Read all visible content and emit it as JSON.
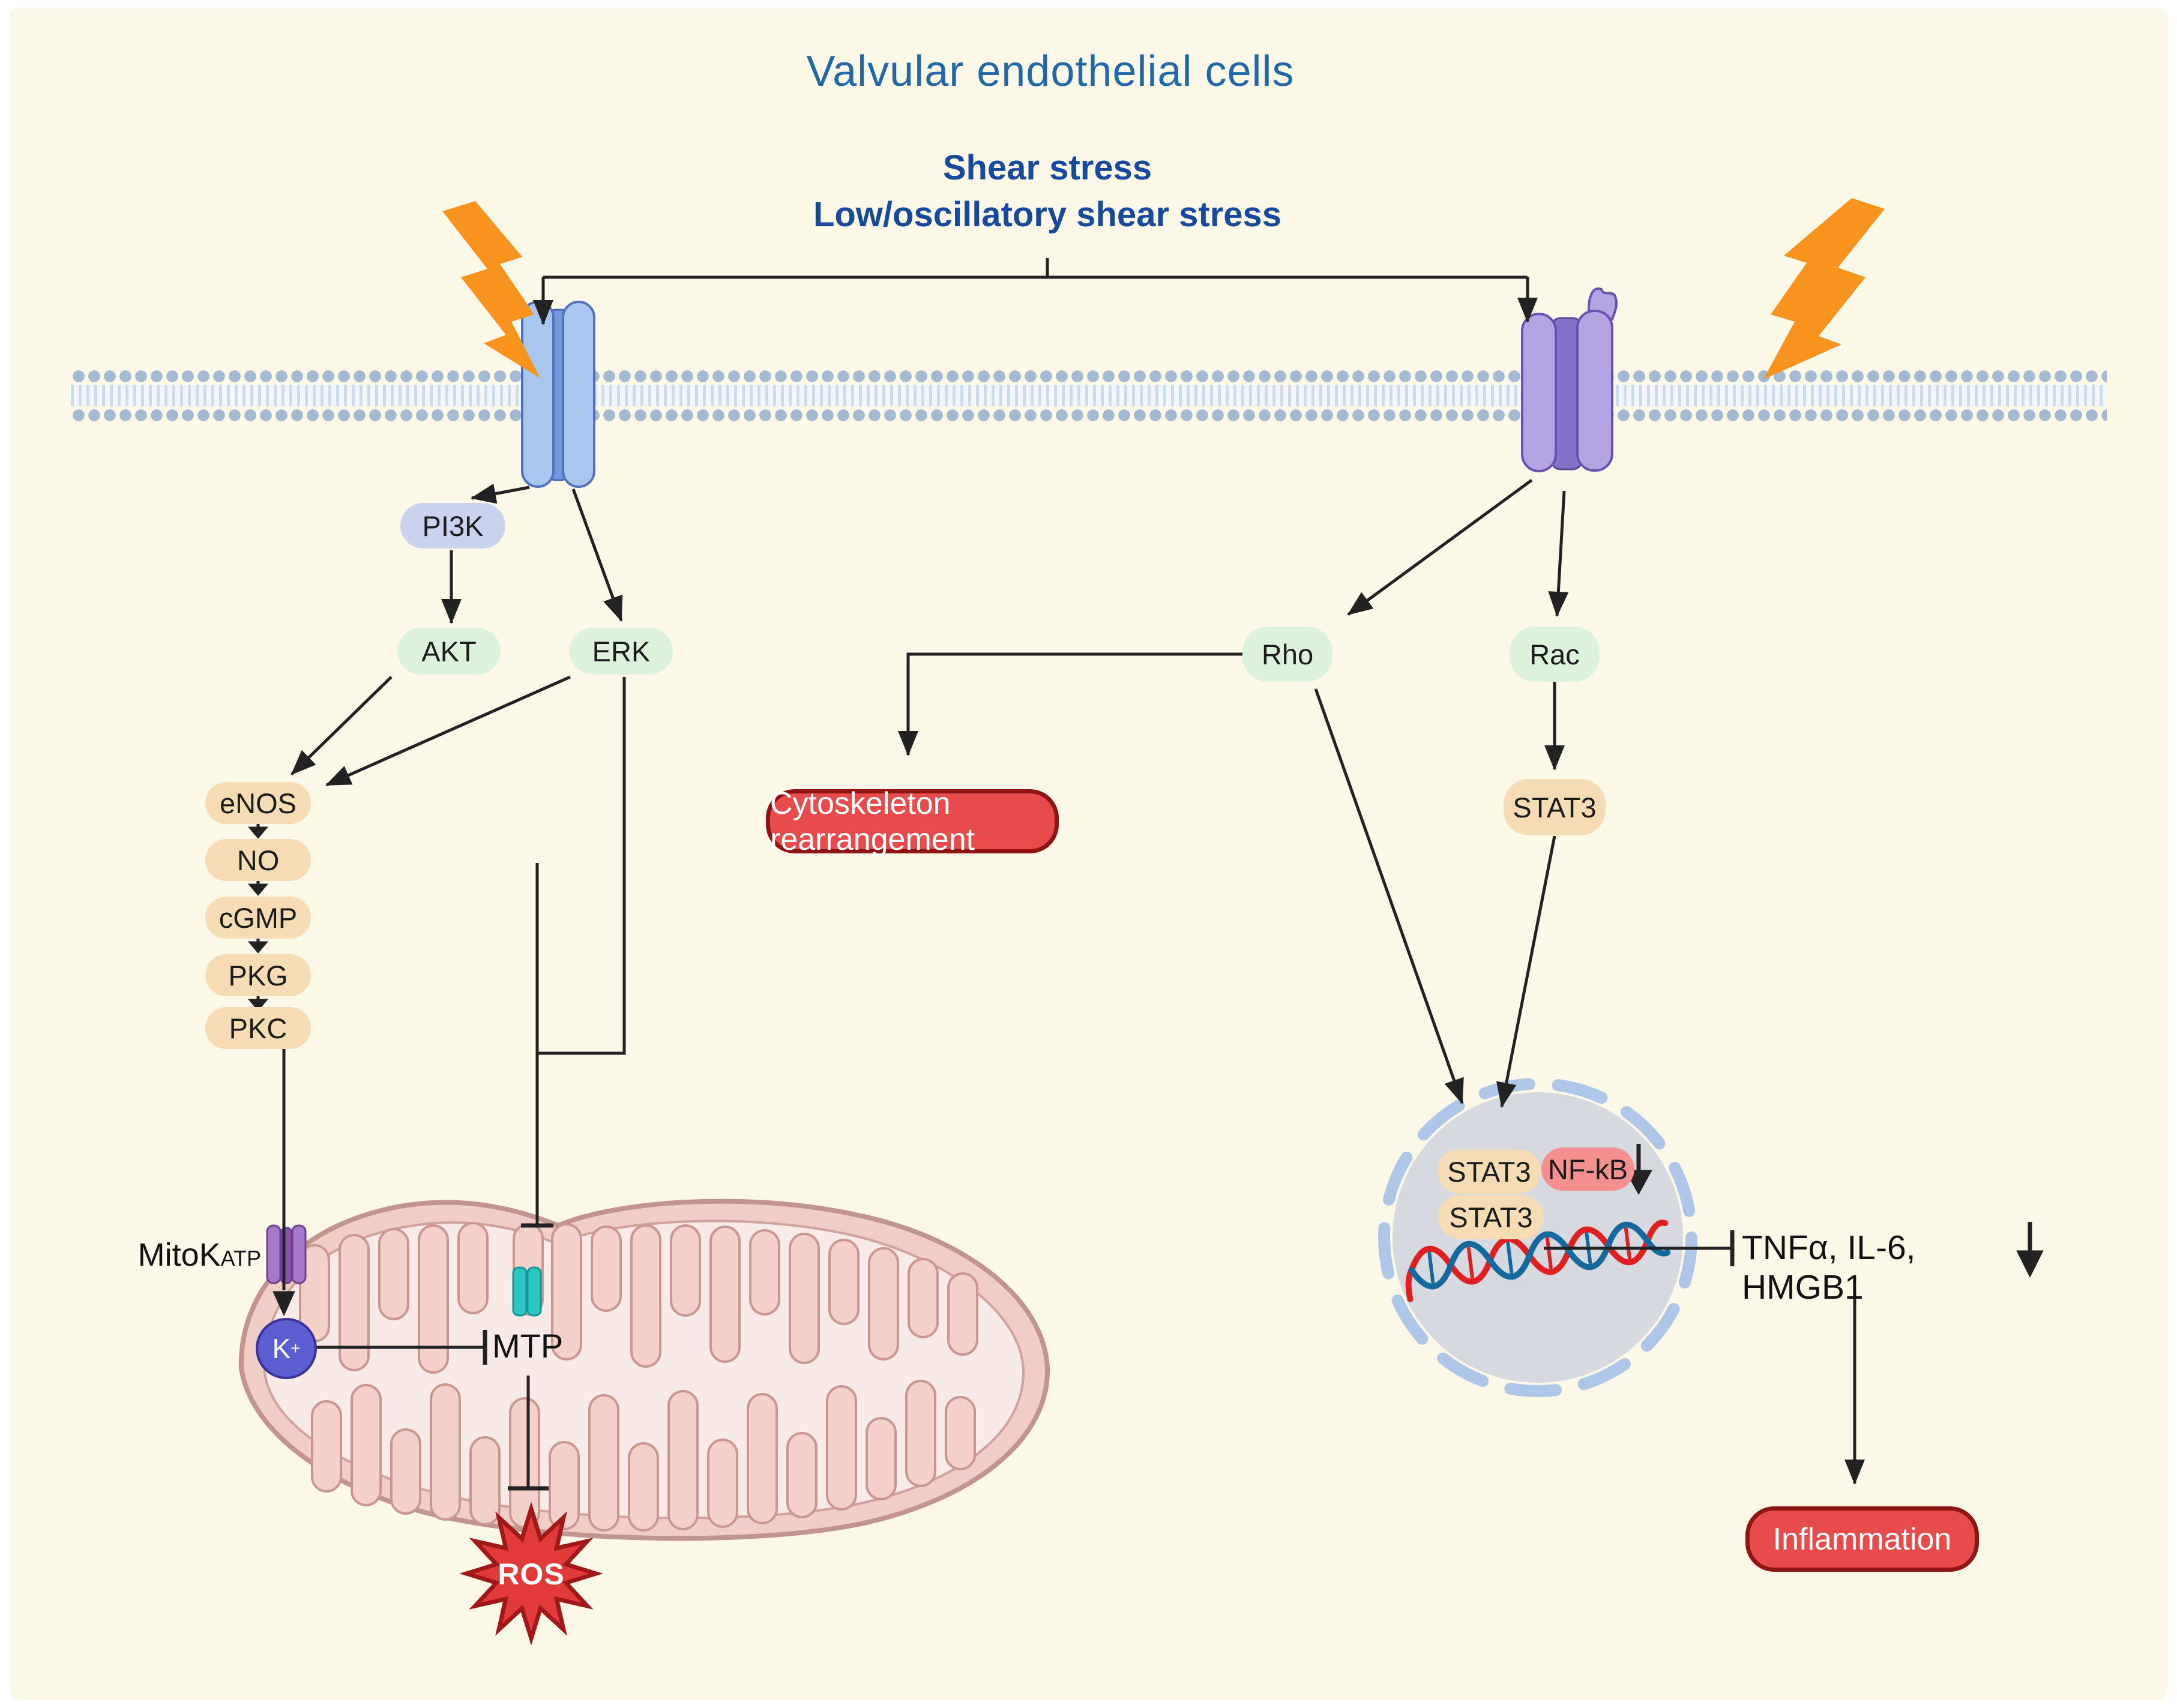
{
  "title": "Valvular endothelial cells",
  "stimulus": {
    "line1": "Shear stress",
    "line2": "Low/oscillatory shear stress"
  },
  "pathway_left": {
    "pi3k": "PI3K",
    "akt": "AKT",
    "erk": "ERK",
    "enos": "eNOS",
    "no": "NO",
    "cgmp": "cGMP",
    "pkg": "PKG",
    "pkc": "PKC",
    "mitokatp_main": "MitoK",
    "mitokatp_sub": "ATP",
    "k_base": "K",
    "k_sup": "+",
    "mtp": "MTP",
    "ros": "ROS"
  },
  "pathway_right": {
    "rho": "Rho",
    "rac": "Rac",
    "stat3": "STAT3",
    "nucleus_stat3_upper": "STAT3",
    "nucleus_stat3_lower": "STAT3",
    "nfkb": "NF-kB",
    "cytokines": "TNFα, IL-6, HMGB1"
  },
  "outcomes": {
    "cytoskeleton": "Cytoskeleton rearrangement",
    "inflammation": "Inflammation"
  },
  "icons": {
    "lightning_left": "lightning-bolt",
    "lightning_right": "lightning-bolt",
    "decrease_nfkb": "down-arrow",
    "decrease_cytokines": "down-arrow"
  },
  "colors": {
    "background": "#fcf8e8",
    "title_blue": "#2268a8",
    "subtitle_blue": "#17499c",
    "pill_lavender": "#c9d3ee",
    "pill_green": "#dcf2da",
    "pill_tan": "#f6dcb4",
    "pill_salmon": "#f68f8f",
    "red_box": "#e84b4b",
    "red_box_border": "#8f1414",
    "ros_red": "#e23a3a",
    "membrane_blue": "#a4bad2",
    "lightning_orange": "#f8931d",
    "k_ion_purple": "#5b5ed0",
    "mito_outer_pink": "#f0cdc7",
    "mito_matrix": "#f8eae6",
    "cristae_pink": "#f3d0ca",
    "teal_channel": "#2cc5c0",
    "mito_katp_purple": "#a678c8",
    "receptor_blue": "#a9c6ef",
    "receptor_purple": "#b4a4e4",
    "nucleus_gray": "#d6dae0",
    "nucleus_border": "#aec7e8",
    "dna_red": "#e02020",
    "dna_blue": "#16699f",
    "arrow_black": "#222222"
  }
}
